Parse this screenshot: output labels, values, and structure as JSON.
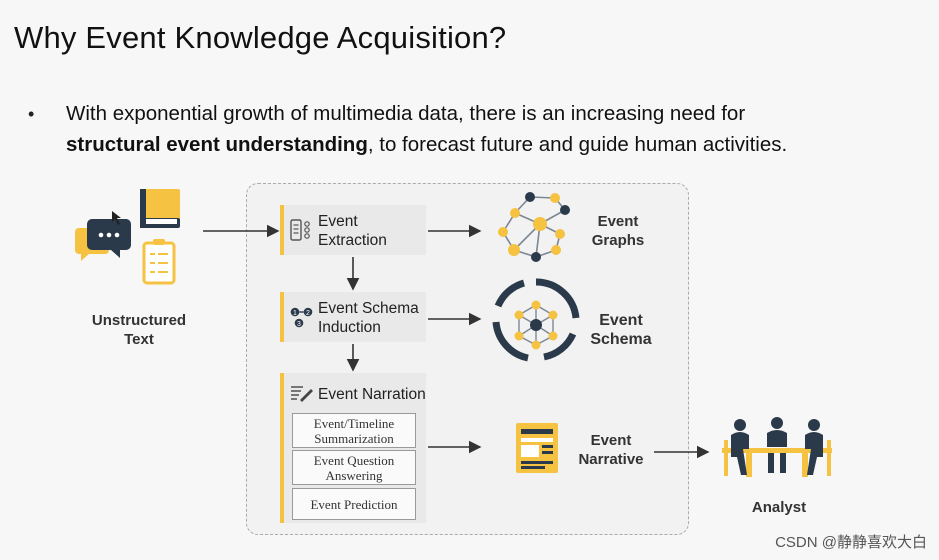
{
  "title": "Why Event Knowledge Acquisition?",
  "bullet": {
    "text_before": "With exponential growth of multimedia data, there is an increasing need for",
    "bold": "structural event understanding",
    "text_after": ", to forecast future and guide human activities."
  },
  "diagram": {
    "input_label": [
      "Unstructured",
      "Text"
    ],
    "steps": [
      {
        "label": [
          "Event",
          "Extraction"
        ],
        "icon": "list-icon"
      },
      {
        "label": [
          "Event Schema",
          "Induction"
        ],
        "icon": "number-flow-icon"
      },
      {
        "label": [
          "Event Narration"
        ],
        "icon": "pen-lines-icon"
      }
    ],
    "narration_tasks": [
      [
        "Event/Timeline",
        "Summarization"
      ],
      [
        "Event Question",
        "Answering"
      ],
      [
        "Event Prediction"
      ]
    ],
    "outputs": [
      {
        "label": [
          "Event",
          "Graphs"
        ],
        "icon": "graph-network-icon"
      },
      {
        "label": [
          "Event",
          "Schema"
        ],
        "icon": "schema-ring-icon"
      },
      {
        "label": [
          "Event",
          "Narrative"
        ],
        "icon": "document-icon"
      }
    ],
    "final_label": "Analyst",
    "colors": {
      "accent": "#f5c242",
      "dark": "#2b3a4a",
      "arrow": "#333333"
    }
  },
  "watermark": "CSDN @静静喜欢大白"
}
